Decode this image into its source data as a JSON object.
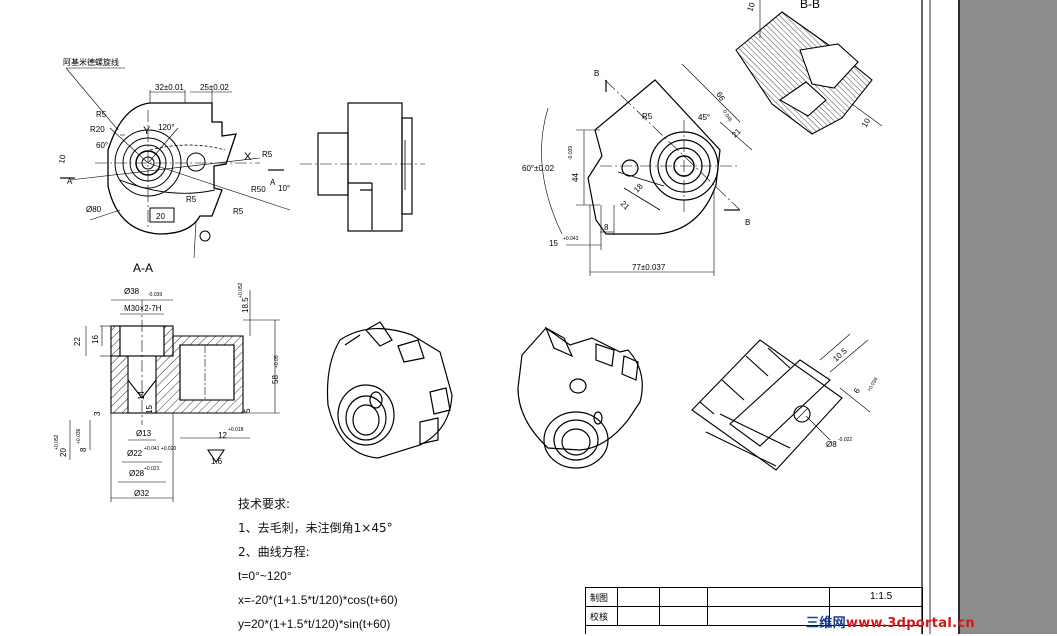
{
  "labels": {
    "spiral": "阿基米德螺旋线",
    "d32": "32±0.01",
    "d25": "25±0.02",
    "r5a": "R5",
    "r20": "R20",
    "y": "Y",
    "a120": "120°",
    "a60": "60°",
    "x": "X",
    "r5b": "R5",
    "r50": "R50",
    "a10": "10°",
    "r5c": "R5",
    "r5d": "R5",
    "phi80": "Ø80",
    "d20": "20",
    "d10": "10",
    "aA1": "A",
    "aA2": "A",
    "sectionAA": "A-A",
    "phi38": "Ø38",
    "phi38tol": "-0.039",
    "m30": "M30×2-7H",
    "d22": "22",
    "d16": "16",
    "d185": "18.5",
    "d185tol": "+0.052",
    "d58": "58",
    "d58tol": "+0.05",
    "d5": "5",
    "d3": "3",
    "d14": "14",
    "d15": "15",
    "phi13": "Ø13",
    "phi22": "Ø22",
    "phi22tol": "+0.041 +0.020",
    "phi28": "Ø28",
    "phi28tol": "+0.021",
    "phi32": "Ø32",
    "d20v": "20",
    "d20vtol": "+0.052",
    "d8v": "8",
    "d8vtol": "+0.036",
    "d12": "12",
    "d12tol": "+0.018",
    "r16": "1.6",
    "sectionBB": "B-B",
    "d10bb": "10",
    "d10bb2": "10",
    "bB1": "B",
    "bB2": "B",
    "d66": "66",
    "d66tol": "-0.046",
    "a45": "45°",
    "r5e": "R5",
    "d21": "21",
    "a60tol": "60°±0.02",
    "d44": "44",
    "d44tol": "-0.039",
    "d18": "18",
    "d21b": "21",
    "d8h": "8",
    "d15h": "15",
    "d15htol": "+0.043",
    "d77": "77±0.037",
    "d105": "10.5",
    "d6": "6",
    "d6tol": "+0.036",
    "phi8": "Ø8",
    "phi8tol": "-0.022"
  },
  "notes": {
    "title": "技术要求:",
    "line1": "1、去毛刺，未注倒角1×45°",
    "line2": "2、曲线方程:",
    "line3": "t=0°~120°",
    "line4": "x=-20*(1+1.5*t/120)*cos(t+60)",
    "line5": "y=20*(1+1.5*t/120)*sin(t+60)"
  },
  "title_block": {
    "drawn": "制图",
    "checked": "校核",
    "scale": "1:1.5"
  },
  "watermark": {
    "brand": "三维网",
    "url": "www.3dportal.cn"
  },
  "colors": {
    "line": "#000000",
    "sidebar": "#8c8c8c",
    "watermark_red": "#d0161b",
    "watermark_blue": "#1a3c8f"
  }
}
